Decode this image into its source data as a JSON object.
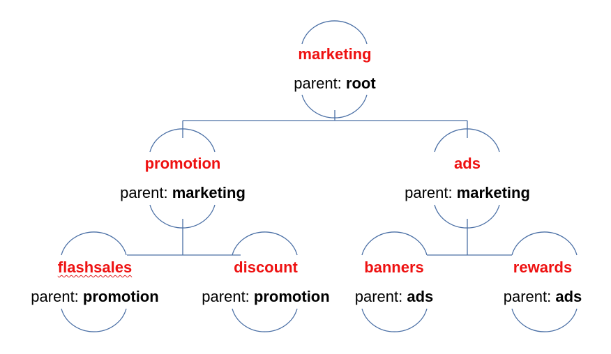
{
  "nodes": {
    "marketing": {
      "name": "marketing",
      "parent_label": "parent:",
      "parent": "root"
    },
    "promotion": {
      "name": "promotion",
      "parent_label": "parent:",
      "parent": "marketing"
    },
    "ads": {
      "name": "ads",
      "parent_label": "parent:",
      "parent": "marketing"
    },
    "flashsales": {
      "name": "flashsales",
      "parent_label": "parent:",
      "parent": "promotion"
    },
    "discount": {
      "name": "discount",
      "parent_label": "parent:",
      "parent": "promotion"
    },
    "banners": {
      "name": "banners",
      "parent_label": "parent:",
      "parent": "ads"
    },
    "rewards": {
      "name": "rewards",
      "parent_label": "parent:",
      "parent": "ads"
    }
  },
  "colors": {
    "name_text": "#ee1111",
    "lines": "#4a6fa5"
  }
}
